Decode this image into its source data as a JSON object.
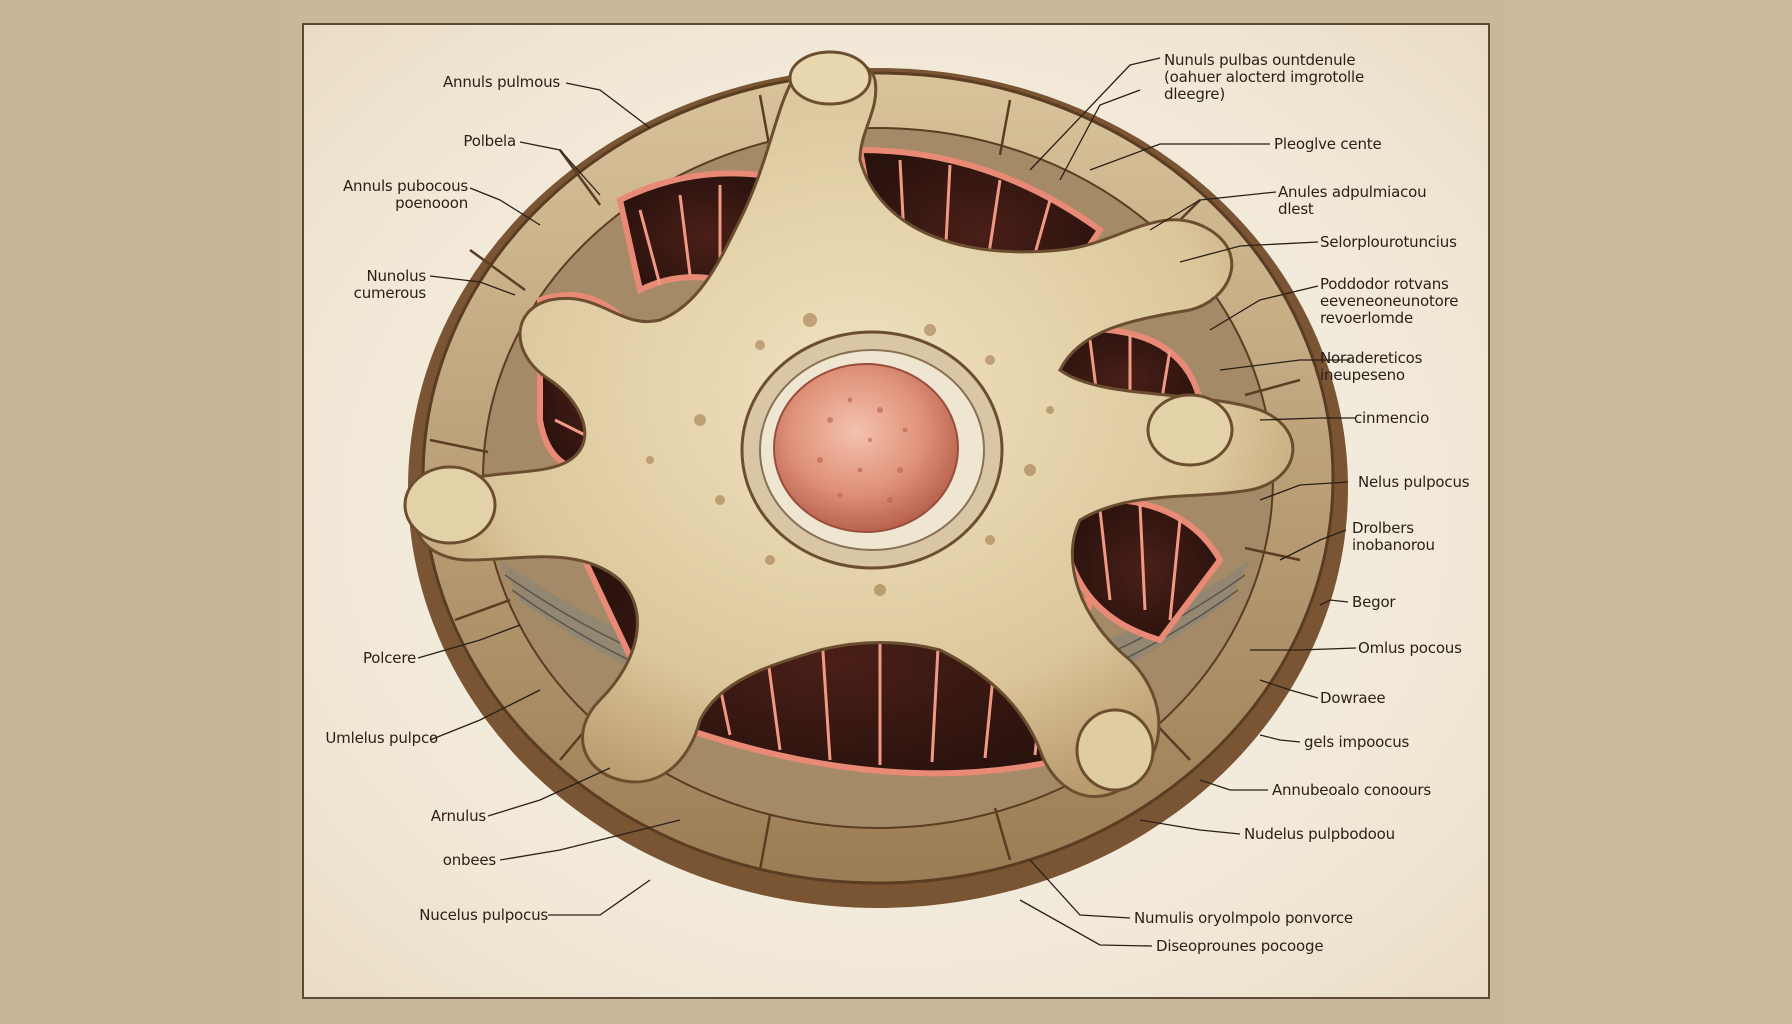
{
  "labels_left": [
    {
      "text": "Annuls pulmous"
    },
    {
      "text": "Polbela"
    },
    {
      "text": "Annuls pubocous\npoenooon"
    },
    {
      "text": "Nunolus\ncumerous"
    },
    {
      "text": "Polcere"
    },
    {
      "text": "Umlelus pulpco"
    },
    {
      "text": "Arnulus"
    },
    {
      "text": "onbees"
    },
    {
      "text": "Nucelus pulpocus"
    }
  ],
  "labels_right": [
    {
      "text": "Nunuls pulbas ountdenule\n(oahuer alocterd imgrotolle\ndleegre)"
    },
    {
      "text": "Pleoglve cente"
    },
    {
      "text": "Anules adpulmiacou\ndlest"
    },
    {
      "text": "Selorplourotuncius"
    },
    {
      "text": "Poddodor rotvans\neeveneoneunotore\nrevoerlomde"
    },
    {
      "text": "Noradereticos\nineupeseno"
    },
    {
      "text": "cinmencio"
    },
    {
      "text": "Nelus pulpocus"
    },
    {
      "text": "Drolbers\ninobanorou"
    },
    {
      "text": "Begor"
    },
    {
      "text": "Omlus pocous"
    },
    {
      "text": "Dowraee"
    },
    {
      "text": "gels impoocus"
    },
    {
      "text": "Annubeoalo conoours"
    },
    {
      "text": "Nudelus pulpbodoou"
    },
    {
      "text": "Numulis oryolmpolo ponvorce"
    },
    {
      "text": "Diseoprounes pocooge"
    }
  ],
  "colors": {
    "background_side": "#c8b797",
    "panel": "#f4ecdc",
    "bone": "#e0cfa8",
    "bone_dark": "#8a6a45",
    "muscle": "#e98a76",
    "muscle_dark": "#5a2a22",
    "nucleus": "#e7a58f",
    "ink": "#2a1f18"
  }
}
